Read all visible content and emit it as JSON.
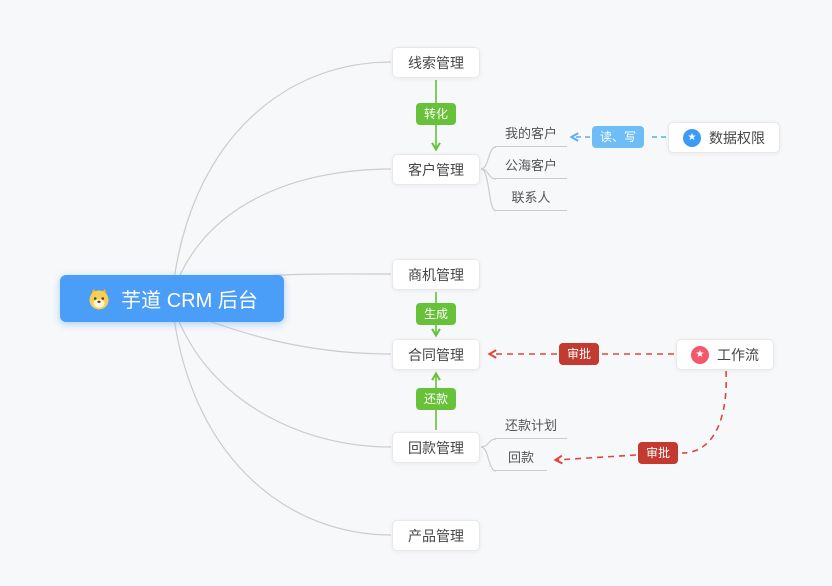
{
  "root": {
    "title": "芋道 CRM 后台"
  },
  "nodes": {
    "leads": "线索管理",
    "customers": "客户管理",
    "opportunities": "商机管理",
    "contracts": "合同管理",
    "receivables": "回款管理",
    "products": "产品管理",
    "data_permission": "数据权限",
    "workflow": "工作流"
  },
  "edge_labels": {
    "convert": "转化",
    "generate": "生成",
    "repay": "还款",
    "read_write": "读、写",
    "approve_contract": "审批",
    "approve_receivable": "审批"
  },
  "customer_children": [
    "我的客户",
    "公海客户",
    "联系人"
  ],
  "receivable_children": [
    "还款计划",
    "回款"
  ],
  "icons": {
    "star": "★",
    "root": "dog-face"
  },
  "colors": {
    "root_bg": "#4b9ef8",
    "green": "#67c23a",
    "light_blue": "#6fbdf6",
    "dark_red": "#c23a30",
    "red_dash": "#e0453a",
    "blue_dash": "#5aaef5",
    "star_blue": "#3d9bf8",
    "star_pink": "#f5576c",
    "line_gray": "#cccccc",
    "background": "#f7f8fa"
  }
}
